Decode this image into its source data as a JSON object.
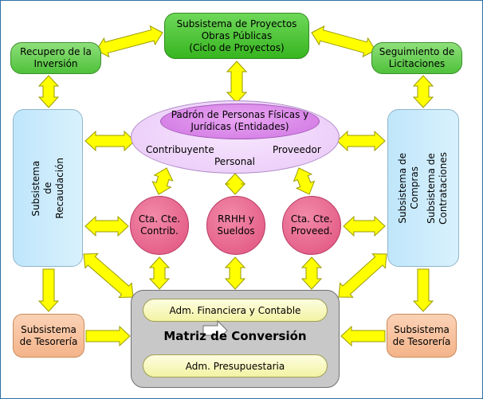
{
  "proyectos": {
    "line1": "Subsistema de Proyectos",
    "line2": "Obras Públicas",
    "line3": "(Ciclo de Proyectos)"
  },
  "recupero": {
    "line1": "Recupero de la",
    "line2": "Inversión"
  },
  "seguimiento": {
    "line1": "Seguimiento de",
    "line2": "Licitaciones"
  },
  "padron": {
    "line1": "Padrón de Personas Físicas y",
    "line2": "Jurídicas (Entidades)",
    "contribuyente": "Contribuyente",
    "proveedor": "Proveedor",
    "personal": "Personal"
  },
  "recaudacion": {
    "line1": "Subsistema",
    "line2": "de",
    "line3": "Recaudación"
  },
  "compras": {
    "col1_line1": "Subsistema de",
    "col1_line2": "Compras",
    "col2_line1": "Subsistema de",
    "col2_line2": "Contrataciones"
  },
  "cta_contrib": {
    "line1": "Cta. Cte.",
    "line2": "Contrib."
  },
  "rrhh": {
    "line1": "RRHH y",
    "line2": "Sueldos"
  },
  "cta_proveed": {
    "line1": "Cta. Cte.",
    "line2": "Proveed."
  },
  "tesoreria_left": {
    "line1": "Subsistema",
    "line2": "de Tesorería"
  },
  "tesoreria_right": {
    "line1": "Subsistema",
    "line2": "de Tesorería"
  },
  "matriz": {
    "financiera": "Adm. Financiera y Contable",
    "title": "Matriz de Conversión",
    "presupuestaria": "Adm. Presupuestaria"
  },
  "colors": {
    "arrow_fill": "#ffff00",
    "arrow_stroke": "#9a9a00",
    "green": "#4ec13a",
    "blue": "#cdeefc",
    "orange": "#f6c09a",
    "pink": "#e8648f",
    "violet": "#e8c7f6",
    "grey": "#c8c8c8"
  }
}
